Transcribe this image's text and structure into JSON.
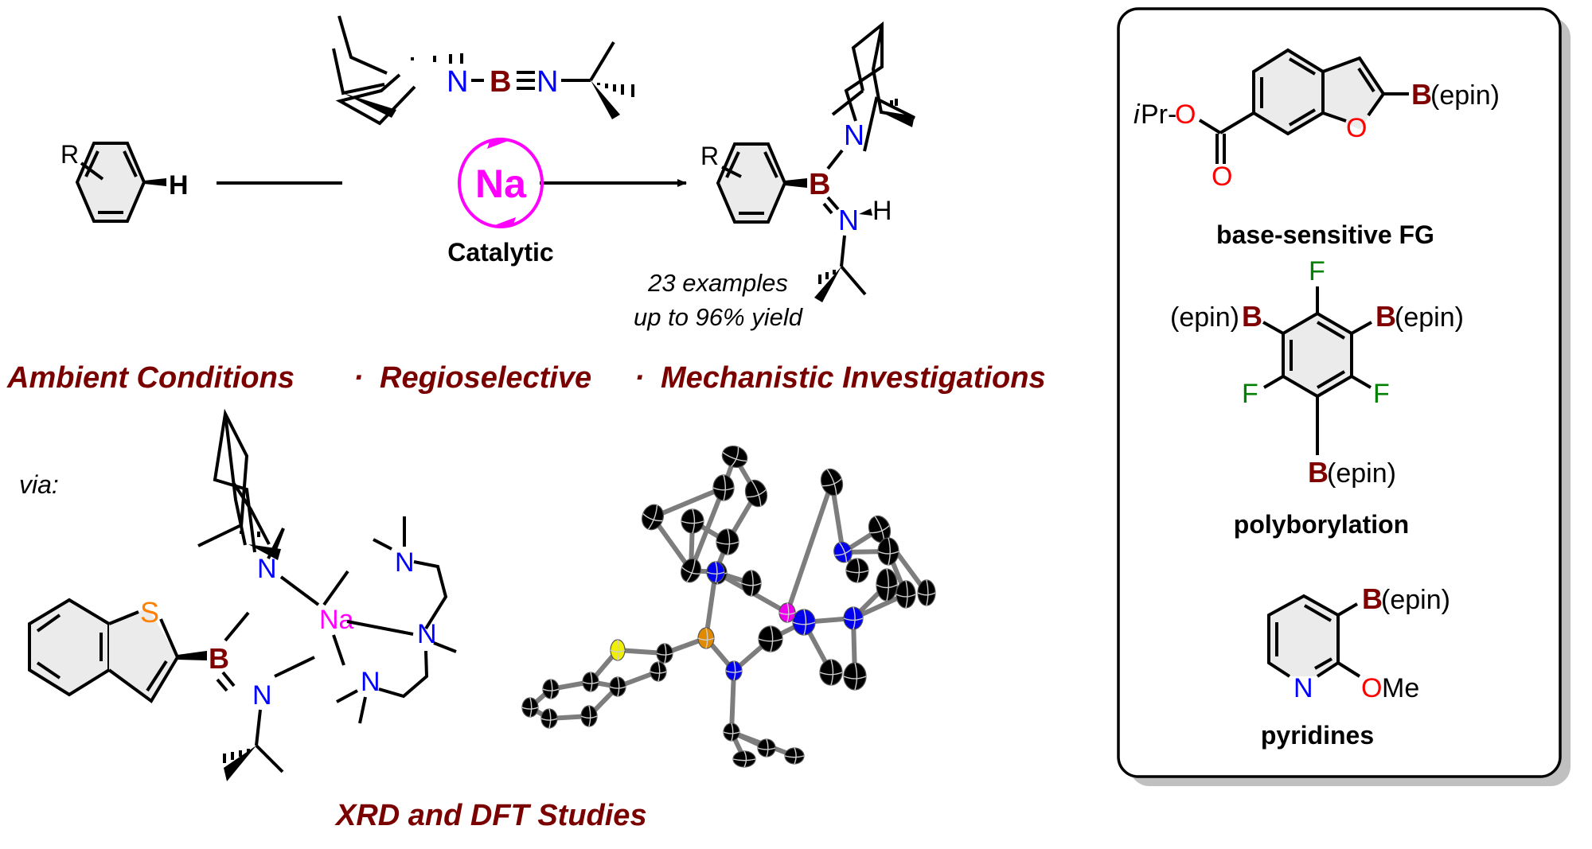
{
  "colors": {
    "boron": "#800000",
    "nitrogen": "#0000ff",
    "oxygen": "#ff0000",
    "fluorine": "#008000",
    "sulfur": "#ff8000",
    "sodium": "#ff00ff",
    "tagline": "#7a0000",
    "ring_fill": "#ebebeb",
    "panel_shadow": "#c0c0c0"
  },
  "reaction": {
    "substrate": {
      "r_label": "R",
      "h_label": "H"
    },
    "reagent": {
      "atoms": [
        "N",
        "B",
        "N"
      ],
      "bond_symbol": "≡"
    },
    "catalyst": {
      "metal": "Na",
      "label": "Catalytic"
    },
    "scope_note": {
      "line1": "23 examples",
      "line2": "up to 96% yield"
    },
    "product": {
      "r_label": "R",
      "b_label": "B",
      "n1_label": "N",
      "n2_label": "N",
      "h_label": "H"
    }
  },
  "taglines": {
    "items": [
      "Ambient Conditions",
      "Regioselective",
      "Mechanistic Investigations"
    ],
    "separator": "·"
  },
  "intermediate": {
    "via_label": "via:",
    "atoms": {
      "S": "S",
      "B": "B",
      "N_amide": "N",
      "N_imine": "N",
      "Na": "Na",
      "N_tmeda1": "N",
      "N_tmeda2": "N",
      "N_tmeda3": "N"
    },
    "caption": "XRD and DFT Studies"
  },
  "crystal_structure": {
    "atom_types": [
      "C",
      "N",
      "B",
      "S",
      "Na"
    ]
  },
  "scope_panel": {
    "examples": [
      {
        "caption": "base-sensitive FG",
        "labels": {
          "ipr": "i",
          "pr": "Pr-",
          "o_ester": "O",
          "o_carbonyl": "O",
          "o_ring": "O",
          "b": "B",
          "epin": "(epin)"
        }
      },
      {
        "caption": "polyborylation",
        "labels": {
          "f_top": "F",
          "f_left": "F",
          "f_right": "F",
          "b_left": "B",
          "epin_left": "(epin)",
          "b_right": "B",
          "epin_right": "(epin)",
          "b_bottom": "B",
          "epin_bottom": "(epin)"
        }
      },
      {
        "caption": "pyridines",
        "labels": {
          "b": "B",
          "epin": "(epin)",
          "n": "N",
          "o": "O",
          "me": "Me"
        }
      }
    ]
  }
}
